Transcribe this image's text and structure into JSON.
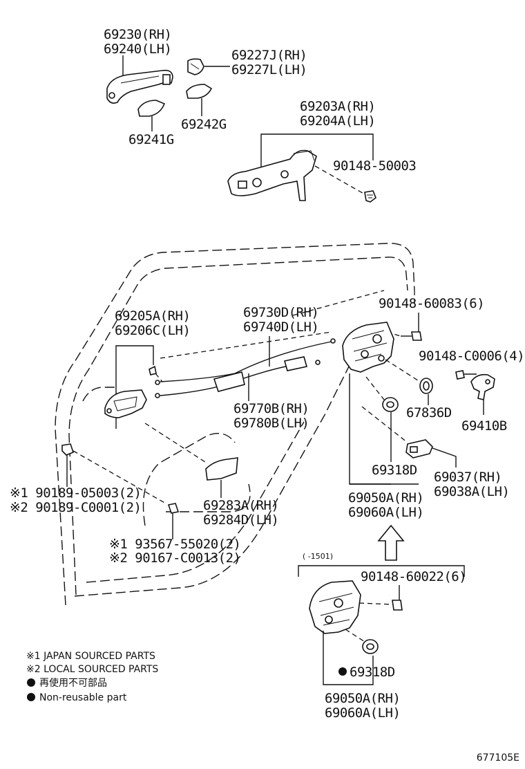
{
  "labels": {
    "outer_handle": [
      "69230(RH)",
      "69240(LH)"
    ],
    "handle_cover": [
      "69227J(RH)",
      "69227L(LH)"
    ],
    "pad_241": "69241G",
    "pad_242": "69242G",
    "frame": [
      "69203A(RH)",
      "69204A(LH)"
    ],
    "screw_frame": "90148-50003",
    "inner_handle": [
      "69205A(RH)",
      "69206C(LH)"
    ],
    "cable_upper": [
      "69730D(RH)",
      "69740D(LH)"
    ],
    "screw_lock_upper": "90148-60083(6)",
    "screw_striker": "90148-C0006(4)",
    "cable_lower": [
      "69770B(RH)",
      "69780B(LH)"
    ],
    "seal_ring": "67836D",
    "striker": "69410B",
    "clip_left": [
      "※1 90189-05003(2)",
      "※2 90189-C0001(2)"
    ],
    "bracket": [
      "69283A(RH)",
      "69284D(LH)"
    ],
    "washer_318": "69318D",
    "lock_switch": [
      "69037(RH)",
      "69038A(LH)"
    ],
    "lock_assy": [
      "69050A(RH)",
      "69060A(LH)"
    ],
    "screw_bottom": [
      "※1 93567-55020(2)",
      "※2 90167-C0013(2)"
    ],
    "period": "(      -1501)",
    "screw_lock_lower": "90148-60022(6)",
    "washer_318_nonreusable": "69318D",
    "lock_assy_lower": [
      "69050A(RH)",
      "69060A(LH)"
    ]
  },
  "legend": [
    "※1 JAPAN SOURCED PARTS",
    "※2 LOCAL SOURCED PARTS",
    "再使用不可部品",
    "Non-reusable part"
  ],
  "figure_id": "677105E"
}
